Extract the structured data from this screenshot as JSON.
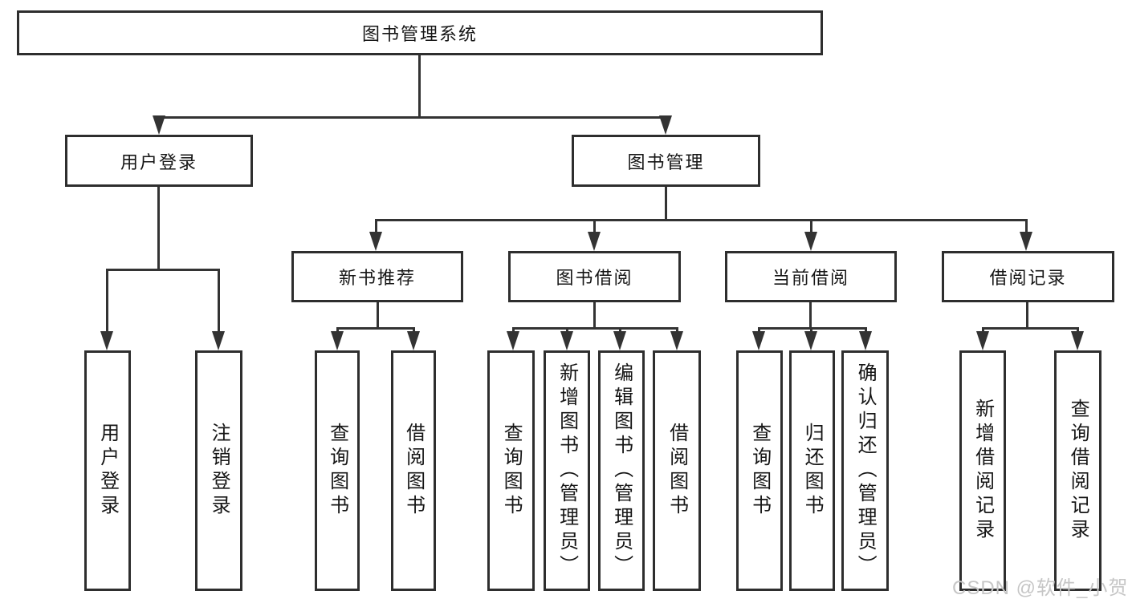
{
  "tree": {
    "root": {
      "label": "图书管理系统"
    },
    "children": [
      {
        "label": "用户登录",
        "children": [
          {
            "label": "用户登录"
          },
          {
            "label": "注销登录"
          }
        ]
      },
      {
        "label": "图书管理",
        "children": [
          {
            "label": "新书推荐",
            "children": [
              {
                "label": "查询图书"
              },
              {
                "label": "借阅图书"
              }
            ]
          },
          {
            "label": "图书借阅",
            "children": [
              {
                "label": "查询图书"
              },
              {
                "label": "新增图书（管理员）"
              },
              {
                "label": "编辑图书（管理员）"
              },
              {
                "label": "借阅图书"
              }
            ]
          },
          {
            "label": "当前借阅",
            "children": [
              {
                "label": "查询图书"
              },
              {
                "label": "归还图书"
              },
              {
                "label": "确认归还（管理员）"
              }
            ]
          },
          {
            "label": "借阅记录",
            "children": [
              {
                "label": "新增借阅记录"
              },
              {
                "label": "查询借阅记录"
              }
            ]
          }
        ]
      }
    ]
  },
  "watermark": {
    "text": "CSDN @软件_小贺同学"
  },
  "colors": {
    "line": "#333333",
    "box_border": "#2e2e2e",
    "text": "#161616",
    "watermark": "#c6c6c6",
    "background": "#ffffff"
  }
}
